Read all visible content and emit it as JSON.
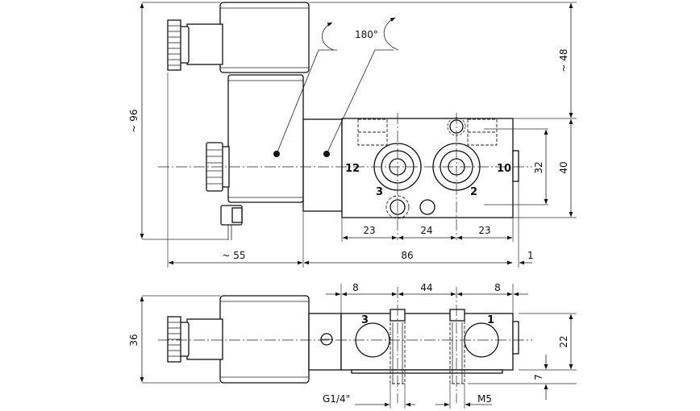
{
  "dimensions": {
    "overall_height": "~ 96",
    "top_to_center": "~ 48",
    "block_height": "40",
    "port_offset": "32",
    "coil_width": "~ 55",
    "body_length": "86",
    "end_gap": "1",
    "spacing_left": "23",
    "spacing_mid": "24",
    "spacing_right": "23",
    "bottom_height": "36",
    "bottom_block": "22",
    "bottom_offset": "7",
    "edge_left": "8",
    "port_pitch": "44",
    "edge_right": "8",
    "thread_port": "G1/4\"",
    "thread_screw": "M5"
  },
  "labels": {
    "rotation": "180°",
    "port_12": "12",
    "port_10": "10",
    "port_3_top": "3",
    "port_2": "2",
    "port_3_bottom": "3",
    "port_1": "1"
  }
}
